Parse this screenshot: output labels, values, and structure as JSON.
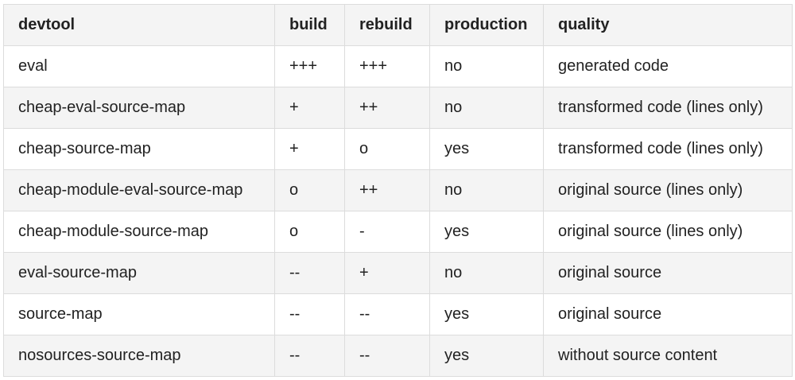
{
  "table": {
    "headers": [
      "devtool",
      "build",
      "rebuild",
      "production",
      "quality"
    ],
    "rows": [
      [
        "eval",
        "+++",
        "+++",
        "no",
        "generated code"
      ],
      [
        "cheap-eval-source-map",
        "+",
        "++",
        "no",
        "transformed code (lines only)"
      ],
      [
        "cheap-source-map",
        "+",
        "o",
        "yes",
        "transformed code (lines only)"
      ],
      [
        "cheap-module-eval-source-map",
        "o",
        "++",
        "no",
        "original source (lines only)"
      ],
      [
        "cheap-module-source-map",
        "o",
        "-",
        "yes",
        "original source (lines only)"
      ],
      [
        "eval-source-map",
        "--",
        "+",
        "no",
        "original source"
      ],
      [
        "source-map",
        "--",
        "--",
        "yes",
        "original source"
      ],
      [
        "nosources-source-map",
        "--",
        "--",
        "yes",
        "without source content"
      ]
    ]
  }
}
